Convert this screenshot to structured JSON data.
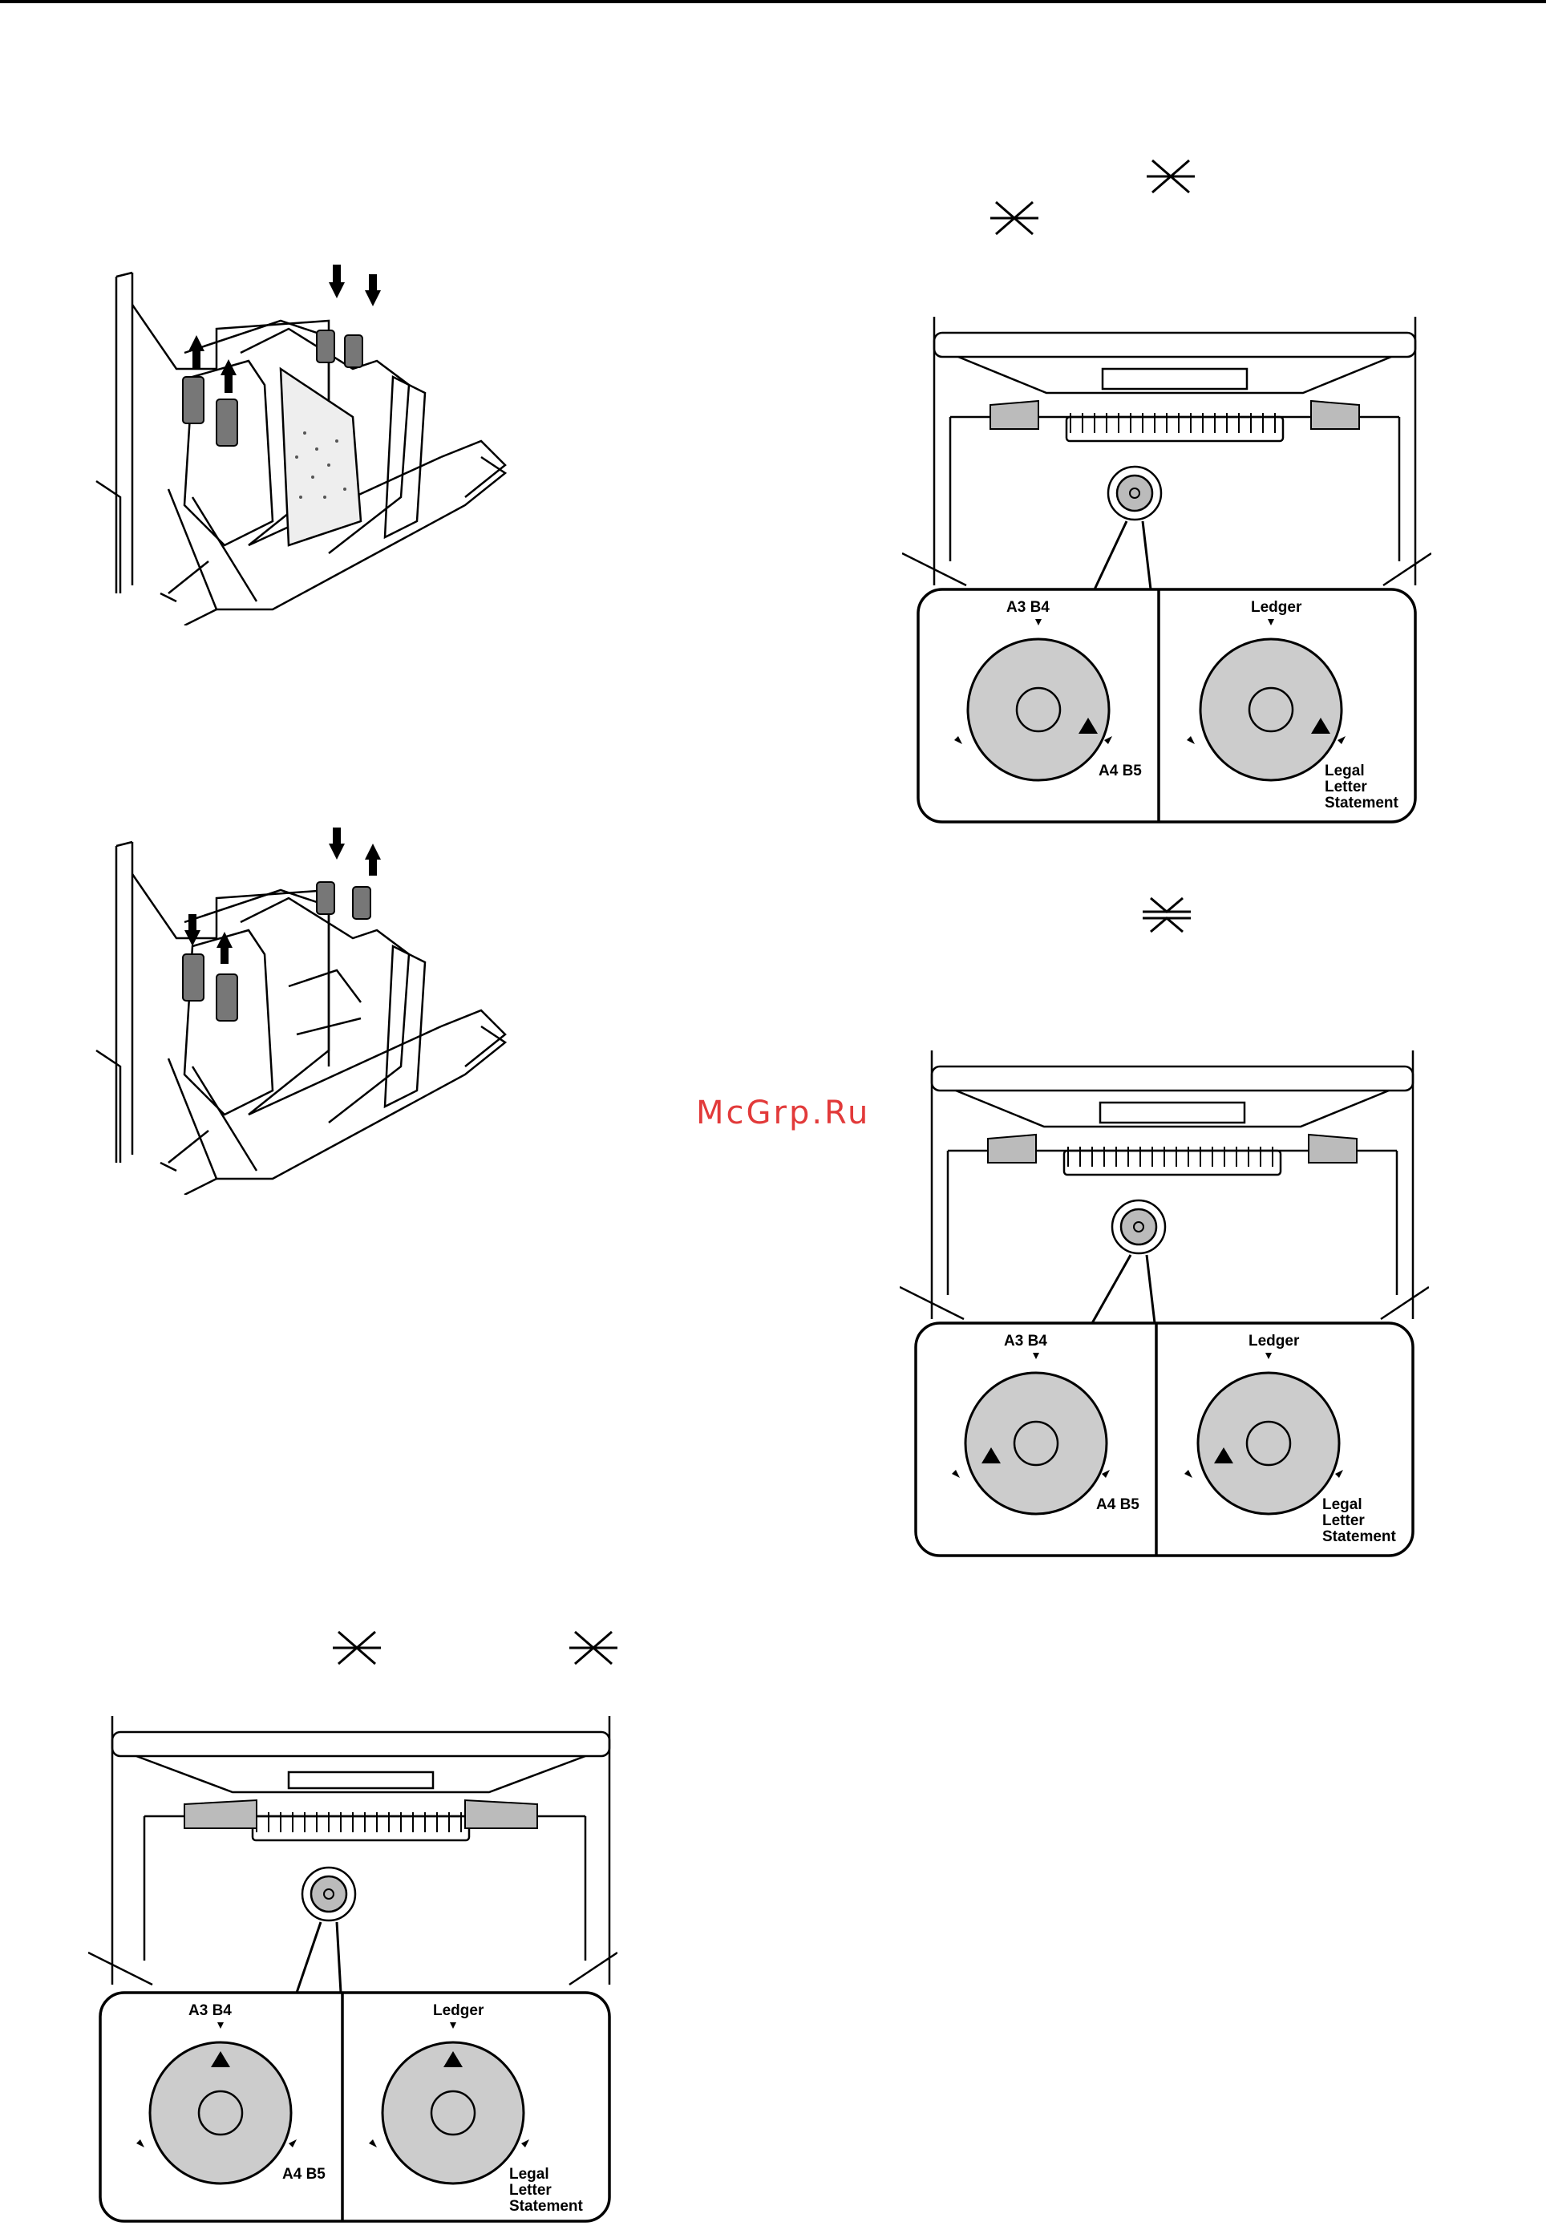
{
  "watermark": "McGrp.Ru",
  "dials": [
    {
      "left": {
        "top": "A3 B4",
        "bottom_right": "A4 B5"
      },
      "right": {
        "top": "Ledger",
        "bottom_right": [
          "Legal",
          "Letter",
          "Statement"
        ]
      }
    },
    {
      "left": {
        "top": "A3 B4",
        "bottom_right": "A4 B5"
      },
      "right": {
        "top": "Ledger",
        "bottom_right": [
          "Legal",
          "Letter",
          "Statement"
        ]
      }
    },
    {
      "left": {
        "top": "A3 B4",
        "bottom_right": "A4 B5"
      },
      "right": {
        "top": "Ledger",
        "bottom_right": [
          "Legal",
          "Letter",
          "Statement"
        ]
      }
    }
  ],
  "icons": [
    "wide-gap-symbol-icon",
    "narrow-gap-symbol-icon",
    "arrow-down-icon",
    "arrow-up-icon"
  ]
}
